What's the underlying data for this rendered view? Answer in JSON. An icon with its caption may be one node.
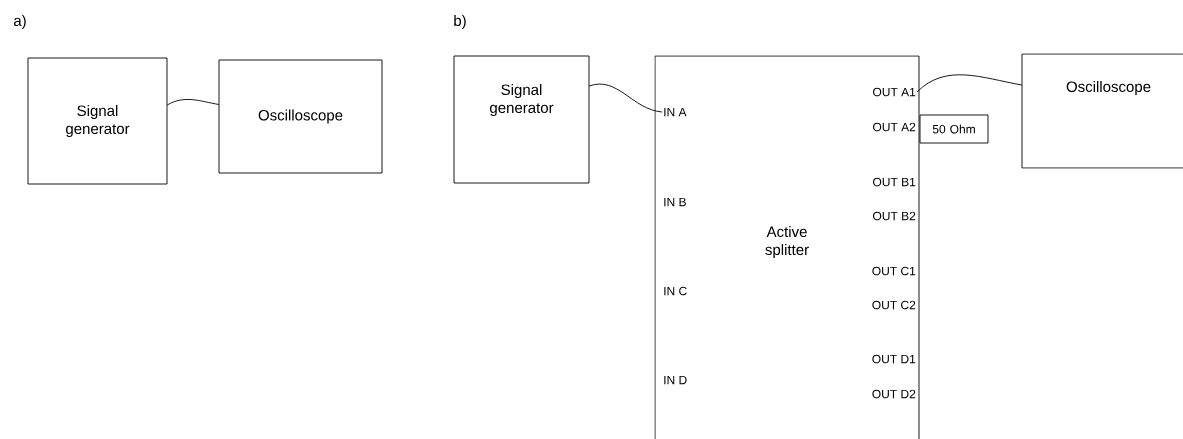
{
  "diagram": {
    "nodes": [
      {
        "text": [
          "Signal generator"
        ]
      },
      {
        "text": [
          "Oscilloscope"
        ]
      },
      {
        "text": [
          "Signal generator"
        ]
      },
      {
        "text": [
          "Active splitter"
        ]
      },
      {
        "text": [
          "IN A"
        ],
        "in": 3
      },
      {
        "text": [
          "IN B"
        ],
        "in": 3
      },
      {
        "text": [
          "IN C"
        ],
        "in": 3
      },
      {
        "text": [
          "IN D"
        ],
        "in": 3
      },
      {
        "text": [
          "OUT A1"
        ],
        "in": 3
      },
      {
        "text": [
          "OUT A2"
        ],
        "in": 3
      },
      {
        "text": [
          "OUT B1"
        ],
        "in": 3
      },
      {
        "text": [
          "OUT B2"
        ],
        "in": 3
      },
      {
        "text": [
          "OUT C1"
        ],
        "in": 3
      },
      {
        "text": [
          "OUT C2"
        ],
        "in": 3
      },
      {
        "text": [
          "OUT D1"
        ],
        "in": 3
      },
      {
        "text": [
          "OUT D2"
        ],
        "in": 3
      },
      {
        "text": [
          "50 Ohm"
        ]
      },
      {
        "text": [
          "Oscilloscope"
        ]
      }
    ],
    "edges": [
      {
        "from": 0,
        "to": 1,
        "arrow": "none"
      },
      {
        "from": 2,
        "to": 4,
        "arrow": "none"
      },
      {
        "from": 8,
        "to": 17,
        "arrow": "none"
      }
    ],
    "labels": [
      "a)",
      "b)"
    ]
  }
}
